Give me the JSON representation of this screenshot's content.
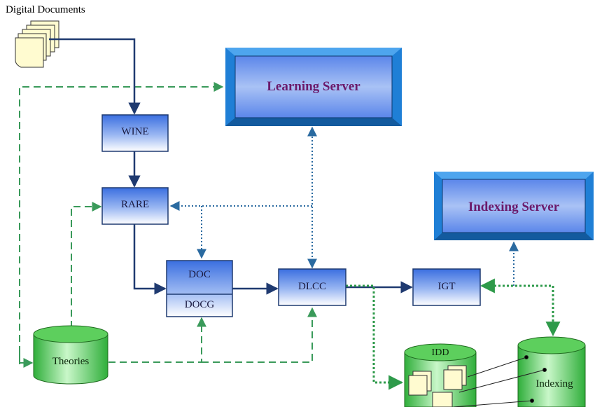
{
  "title": "Digital Documents",
  "nodes": {
    "wine": "WINE",
    "rare": "RARE",
    "doc": "DOC",
    "docg": "DOCG",
    "dlcc": "DLCC",
    "igt": "IGT"
  },
  "servers": {
    "learning": "Learning Server",
    "indexing": "Indexing Server"
  },
  "databases": {
    "theories": "Theories",
    "idd": "IDD",
    "indexing": "Indexing"
  },
  "colors": {
    "box_fill_top": "#3b6fe0",
    "box_fill_bottom": "#ffffff",
    "server_fill": "#7aa0f0",
    "server_frame": "#1f7fd6",
    "flow_navy": "#1f3a70",
    "feedback_green": "#3a9a5a",
    "db_green": "#5dcf5d",
    "dotted_blue": "#2a6aa0",
    "dotted_green": "#2e9a4a"
  }
}
